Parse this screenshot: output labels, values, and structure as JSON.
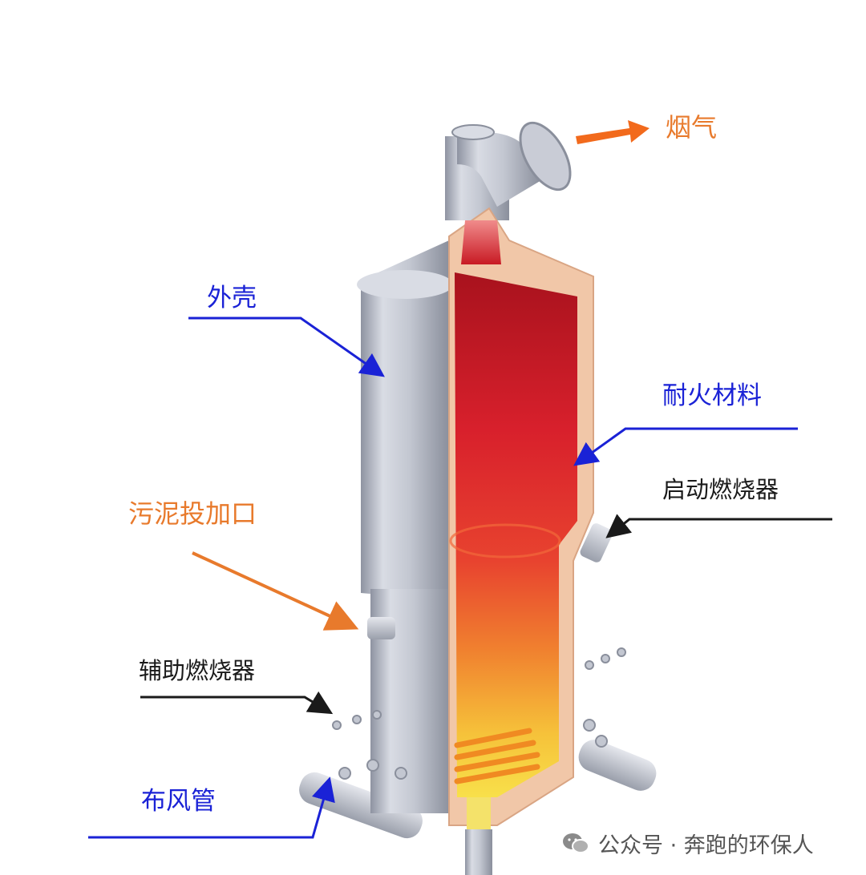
{
  "labels": {
    "flue_gas": "烟气",
    "shell": "外壳",
    "refractory": "耐火材料",
    "startup_burner": "启动燃烧器",
    "sludge_inlet": "污泥投加口",
    "aux_burner": "辅助燃烧器",
    "air_pipe": "布风管"
  },
  "watermark": {
    "text": "公众号 · 奔跑的环保人",
    "icon": "wechat-icon"
  },
  "colors": {
    "label_blue": "#1a22d6",
    "label_orange": "#e87a2c",
    "flame_red": "#d8202c",
    "flame_yellow": "#f6d23a",
    "refractory": "#f1c7a8",
    "steel": "#b7bcc8"
  }
}
